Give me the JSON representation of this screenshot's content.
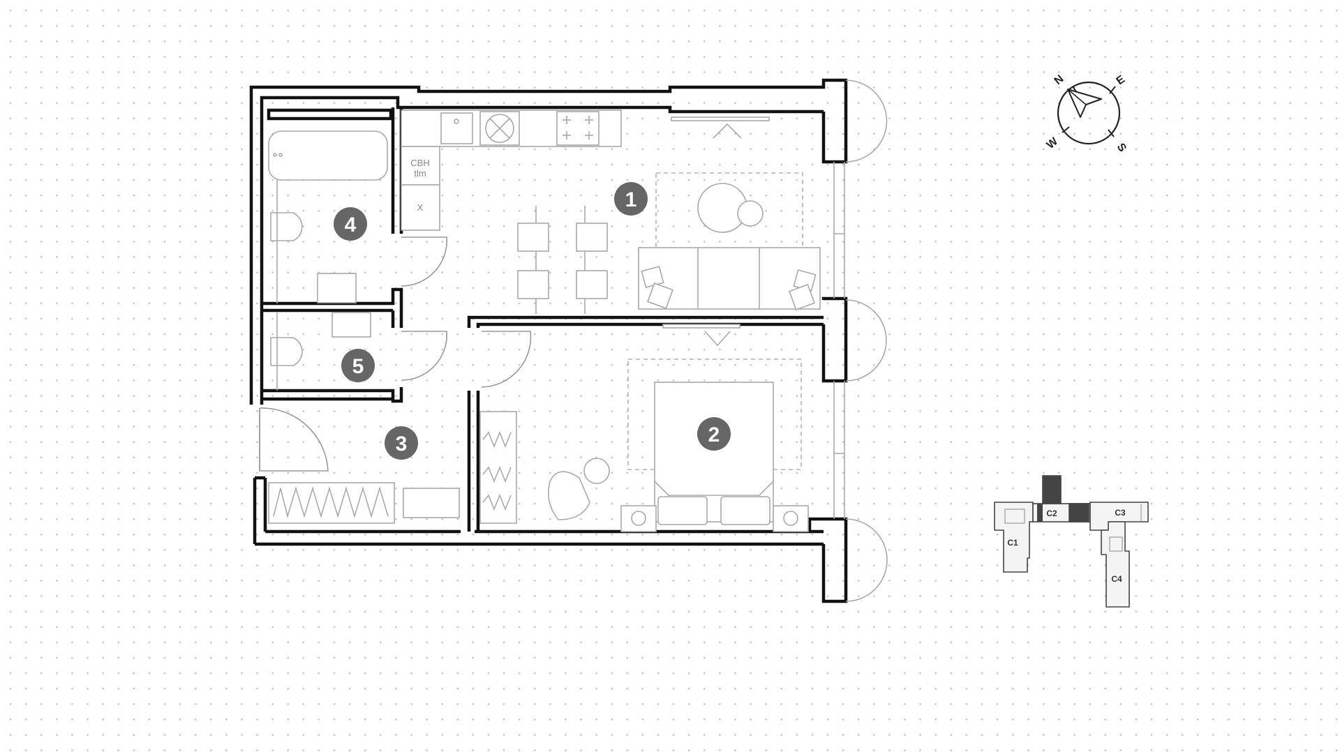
{
  "floorplan": {
    "rooms": [
      {
        "id": "1",
        "label": "1"
      },
      {
        "id": "2",
        "label": "2"
      },
      {
        "id": "3",
        "label": "3"
      },
      {
        "id": "4",
        "label": "4"
      },
      {
        "id": "5",
        "label": "5"
      }
    ],
    "appliances": {
      "boiler_label_line1": "СВН",
      "boiler_label_line2": "tlm",
      "x_label": "X"
    }
  },
  "compass": {
    "north": "N",
    "east": "E",
    "south": "S",
    "west": "W"
  },
  "minimap": {
    "sections": [
      {
        "id": "C1",
        "label": "C1",
        "highlighted": false
      },
      {
        "id": "C2",
        "label": "C2",
        "highlighted": true
      },
      {
        "id": "C3",
        "label": "C3",
        "highlighted": false
      },
      {
        "id": "C4",
        "label": "C4",
        "highlighted": false
      }
    ],
    "highlight_color": "#444444"
  }
}
